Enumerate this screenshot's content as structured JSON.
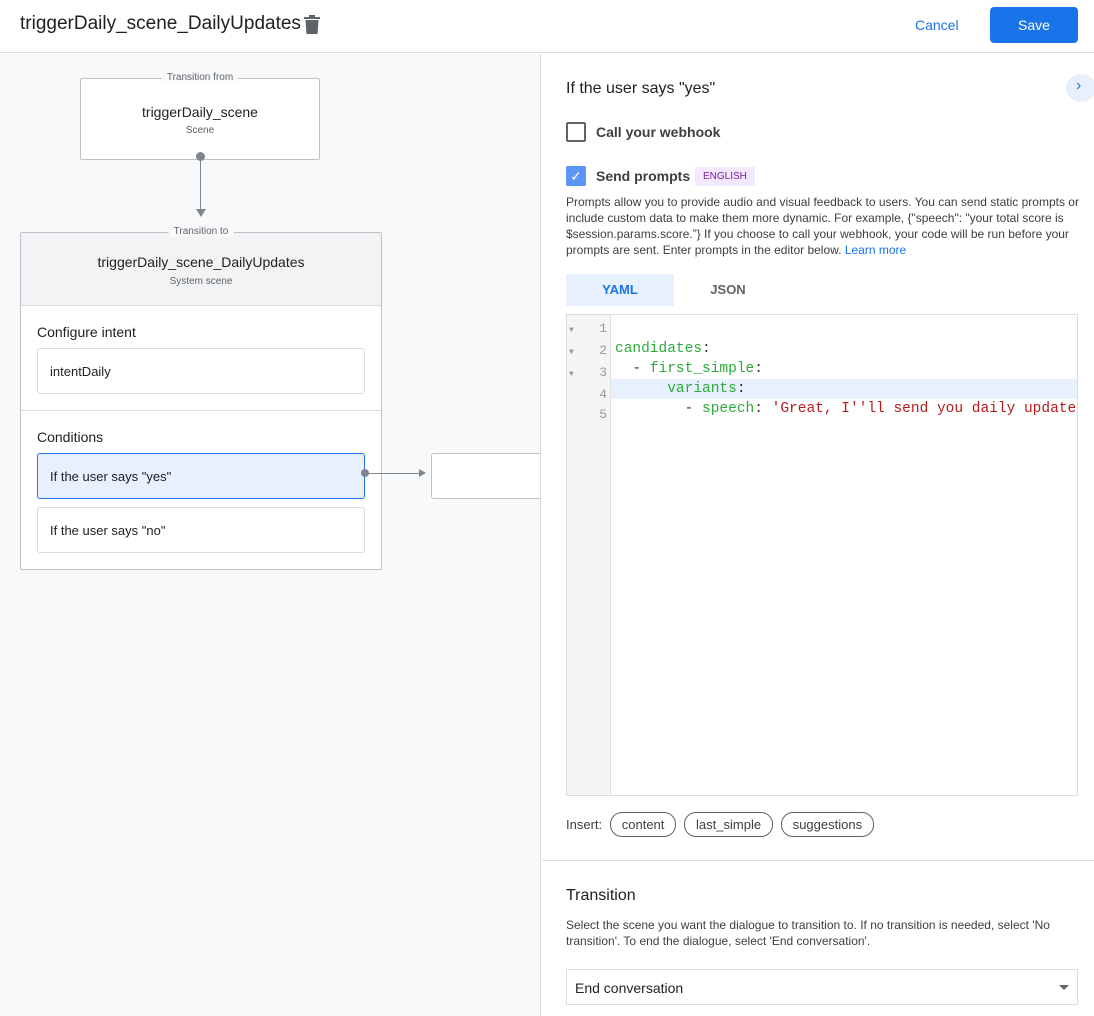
{
  "header": {
    "title": "triggerDaily_scene_DailyUpdates",
    "cancel": "Cancel",
    "save": "Save"
  },
  "canvas": {
    "from": {
      "label": "Transition from",
      "name": "triggerDaily_scene",
      "type": "Scene"
    },
    "to": {
      "label": "Transition to",
      "name": "triggerDaily_scene_DailyUpdates",
      "type": "System scene"
    },
    "intent_heading": "Configure intent",
    "intent": "intentDaily",
    "conditions_heading": "Conditions",
    "conditions": [
      "If the user says \"yes\"",
      "If the user says \"no\""
    ]
  },
  "panel": {
    "heading": "If the user says \"yes\"",
    "webhook": {
      "label": "Call your webhook",
      "checked": false
    },
    "prompts": {
      "label": "Send prompts",
      "checked": true,
      "badge": "ENGLISH"
    },
    "description": "Prompts allow you to provide audio and visual feedback to users. You can send static prompts or include custom data to make them more dynamic. For example, {\"speech\": \"your total score is $session.params.score.”} If you choose to call your webhook, your code will be run before your prompts are sent. Enter prompts in the editor below.",
    "learn_more": "Learn more",
    "tabs": [
      "YAML",
      "JSON"
    ],
    "active_tab": "YAML",
    "code_lines": [
      "1",
      "2",
      "3",
      "4",
      "5"
    ],
    "code": {
      "l1k": "candidates",
      "l2k": "first_simple",
      "l3k": "variants",
      "l4k": "speech",
      "l4v": "'Great, I''ll send you daily updates."
    },
    "insert_label": "Insert:",
    "insert_chips": [
      "content",
      "last_simple",
      "suggestions"
    ],
    "transition": {
      "heading": "Transition",
      "description": "Select the scene you want the dialogue to transition to. If no transition is needed, select 'No transition'. To end the dialogue, select 'End conversation'.",
      "selected": "End conversation"
    }
  }
}
